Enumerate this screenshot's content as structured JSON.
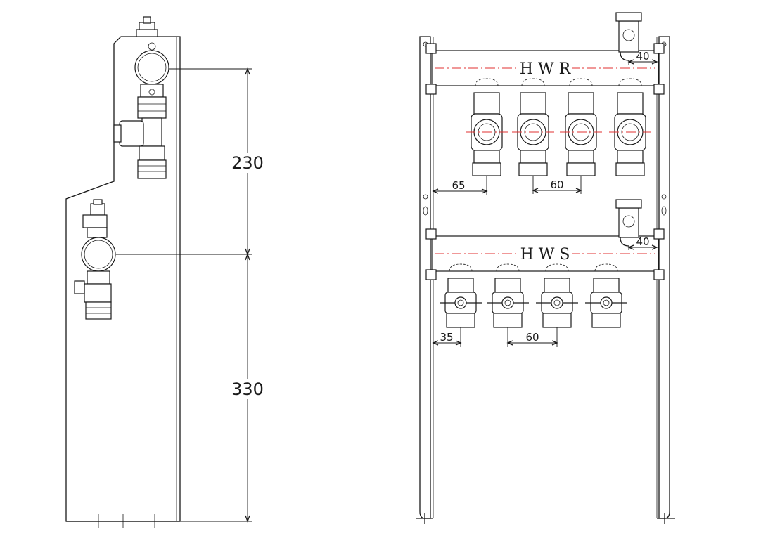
{
  "side_view": {
    "dim_upper": "230",
    "dim_lower": "330"
  },
  "front_view": {
    "hwr_label": "H W R",
    "hws_label": "H W S",
    "hwr_offset": "40",
    "hwr_edge": "65",
    "hwr_pitch": "60",
    "hws_offset": "40",
    "hws_edge": "35",
    "hws_pitch": "60"
  },
  "colors": {
    "line": "#1a1a1a",
    "centerline": "#e03030"
  }
}
